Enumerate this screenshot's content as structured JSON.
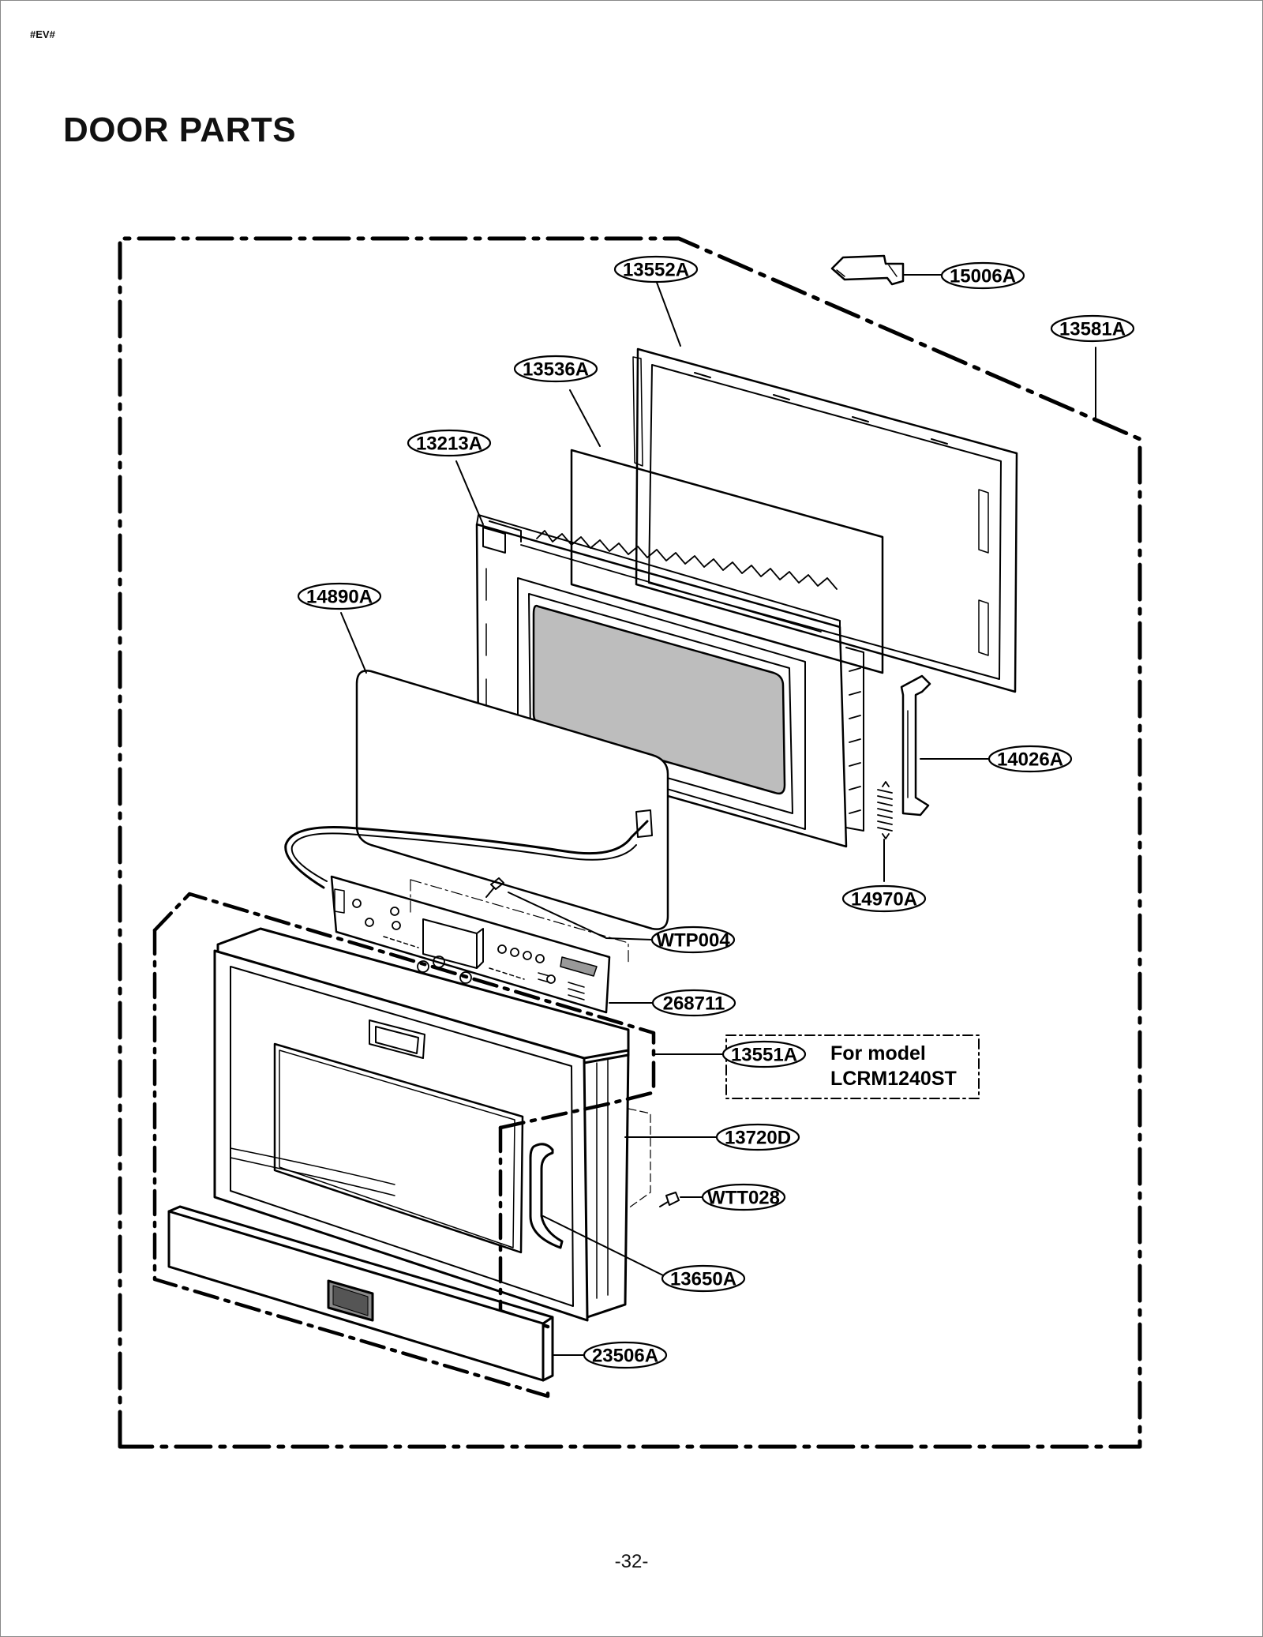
{
  "corner_tag": "#EV#",
  "title": "DOOR PARTS",
  "page_number": "-32-",
  "note": {
    "line1": "For model",
    "line2": "LCRM1240ST"
  },
  "labels": {
    "p13552A": "13552A",
    "p15006A": "15006A",
    "p13581A": "13581A",
    "p13536A": "13536A",
    "p13213A": "13213A",
    "p14890A": "14890A",
    "p14026A": "14026A",
    "p14970A": "14970A",
    "pWTP004": "WTP004",
    "p268711": "268711",
    "p13551A": "13551A",
    "p13720D": "13720D",
    "pWTT028": "WTT028",
    "p13650A": "13650A",
    "p23506A": "23506A"
  }
}
